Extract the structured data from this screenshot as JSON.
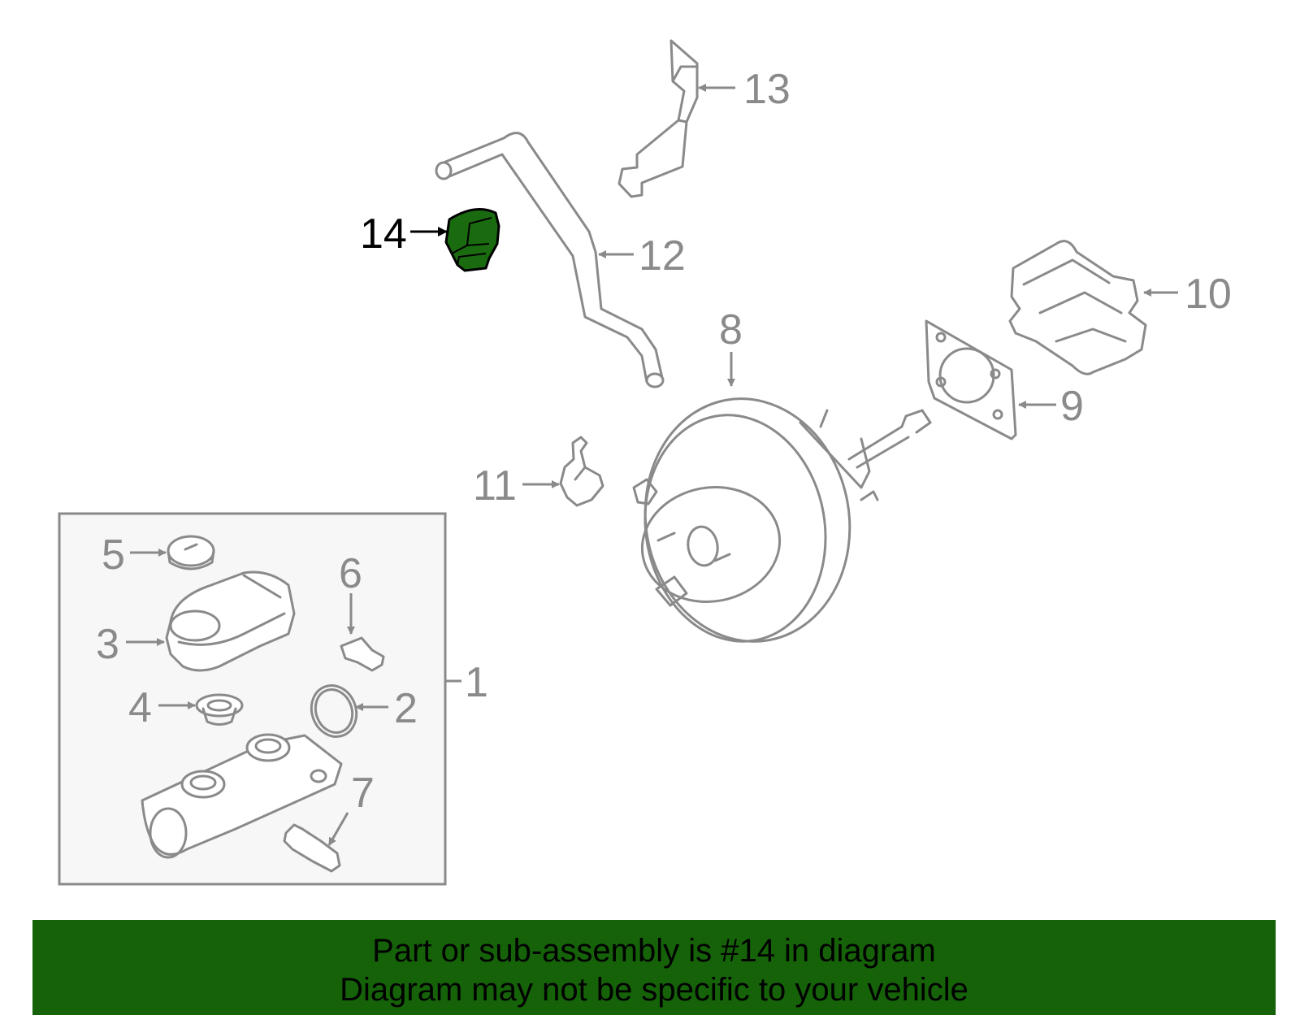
{
  "colors": {
    "highlight_part": "#1a6b10",
    "banner_bg": "#156209",
    "line_gray": "#8a8a8a",
    "subassembly_box_bg": "#f7f7f7"
  },
  "callouts": {
    "c1": "1",
    "c2": "2",
    "c3": "3",
    "c4": "4",
    "c5": "5",
    "c6": "6",
    "c7": "7",
    "c8": "8",
    "c9": "9",
    "c10": "10",
    "c11": "11",
    "c12": "12",
    "c13": "13",
    "c14": "14"
  },
  "highlighted_callout": "14",
  "banner": {
    "line1": "Part or sub-assembly is #14 in diagram",
    "line2": "Diagram may not be specific to your vehicle"
  }
}
